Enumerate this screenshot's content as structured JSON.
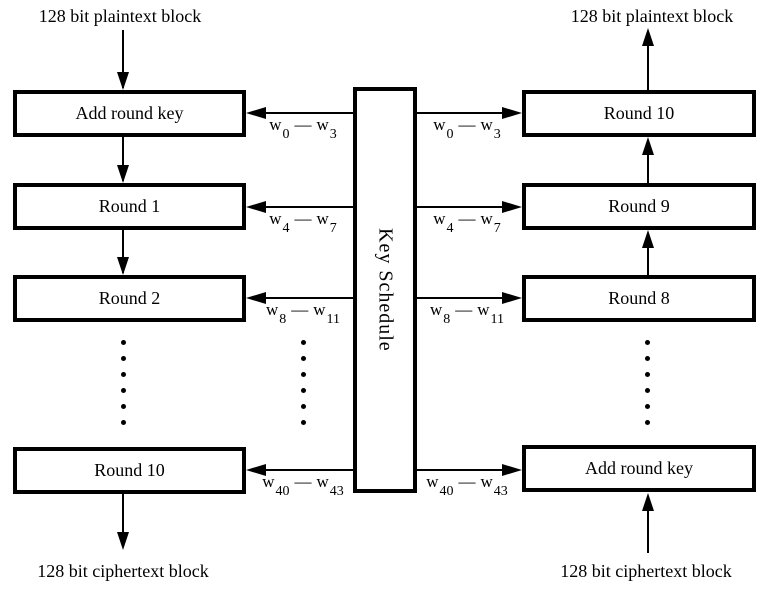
{
  "colors": {
    "background": "#ffffff",
    "line": "#000000",
    "text": "#000000"
  },
  "left_column": {
    "top_label": "128 bit plaintext block",
    "bottom_label": "128 bit ciphertext block",
    "flow_direction": "down",
    "boxes": [
      {
        "label": "Add round key"
      },
      {
        "label": "Round 1"
      },
      {
        "label": "Round 2"
      },
      {
        "label": "Round 10"
      }
    ]
  },
  "right_column": {
    "top_label": "128 bit plaintext block",
    "bottom_label": "128 bit ciphertext block",
    "flow_direction": "up",
    "boxes": [
      {
        "label": "Round 10"
      },
      {
        "label": "Round 9"
      },
      {
        "label": "Round 8"
      },
      {
        "label": "Add round key"
      }
    ]
  },
  "key_schedule": {
    "label": "Key Schedule"
  },
  "key_ranges": [
    {
      "var": "w",
      "from": "0",
      "dash": "—",
      "to": "3"
    },
    {
      "var": "w",
      "from": "4",
      "dash": "—",
      "to": "7"
    },
    {
      "var": "w",
      "from": "8",
      "dash": "—",
      "to": "11"
    },
    {
      "var": "w",
      "from": "40",
      "dash": "—",
      "to": "43"
    }
  ]
}
